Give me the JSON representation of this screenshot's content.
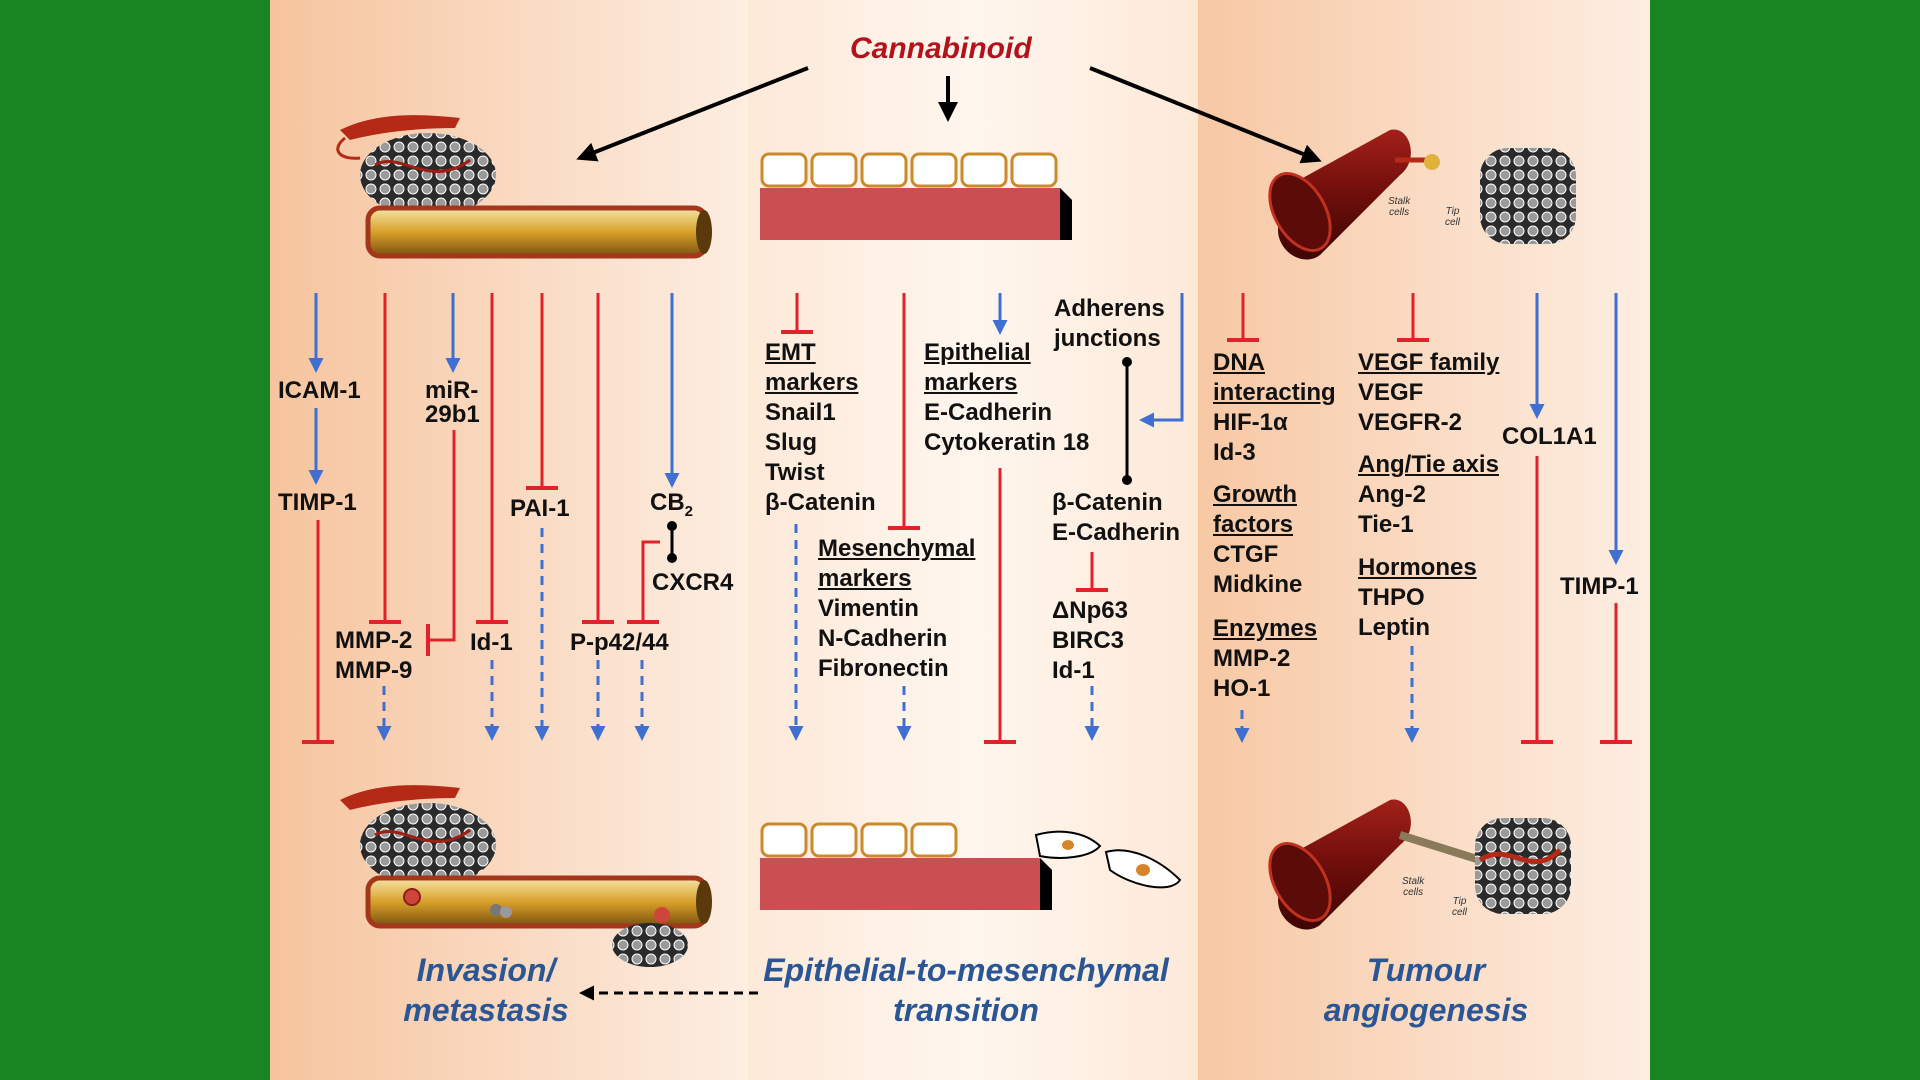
{
  "colors": {
    "frame": "#198422",
    "panel_left": "#f9d6ba",
    "panel_mid": "#fdebdc",
    "panel_right": "#f9d8bd",
    "inhibit": "#e0222a",
    "activate": "#3f6fd1",
    "title": "#2b5696",
    "cannabinoid": "#b3121c"
  },
  "top": {
    "title": "Cannabinoid"
  },
  "left": {
    "labels": {
      "icam1": "ICAM-1",
      "timp1": "TIMP-1",
      "mir_line1": "miR-",
      "mir_line2": "29b1",
      "pai1": "PAI-1",
      "cb2": "CB",
      "cb2_sub": "2",
      "cxcr4": "CXCR4",
      "mmp2": "MMP-2",
      "mmp9": "MMP-9",
      "id1": "Id-1",
      "pp42": "P-p42/44"
    },
    "title_line1": "Invasion/",
    "title_line2": "metastasis"
  },
  "middle": {
    "emt_head_1": "EMT",
    "emt_head_2": "markers",
    "emt_items": [
      "Snail1",
      "Slug",
      "Twist",
      "β-Catenin"
    ],
    "mes_head_1": "Mesenchymal",
    "mes_head_2": "markers",
    "mes_items": [
      "Vimentin",
      "N-Cadherin",
      "Fibronectin"
    ],
    "epi_head_1": "Epithelial",
    "epi_head_2": "markers",
    "epi_items": [
      "E-Cadherin",
      "Cytokeratin 18"
    ],
    "adherens_1": "Adherens",
    "adherens_2": "junctions",
    "bc_items": [
      "β-Catenin",
      "E-Cadherin"
    ],
    "np_items": [
      "ΔNp63",
      "BIRC3",
      "Id-1"
    ],
    "title_line1": "Epithelial-to-mesenchymal",
    "title_line2": "transition"
  },
  "right": {
    "dna_head_1": "DNA",
    "dna_head_2": "interacting",
    "dna_items": [
      "HIF-1α",
      "Id-3"
    ],
    "gf_head_1": "Growth",
    "gf_head_2": "factors",
    "gf_items": [
      "CTGF",
      "Midkine"
    ],
    "enz_head": "Enzymes",
    "enz_items": [
      "MMP-2",
      "HO-1"
    ],
    "vegf_head": "VEGF family",
    "vegf_items": [
      "VEGF",
      "VEGFR-2"
    ],
    "ang_head": "Ang/Tie axis",
    "ang_items": [
      "Ang-2",
      "Tie-1"
    ],
    "horm_head": "Hormones",
    "horm_items": [
      "THPO",
      "Leptin"
    ],
    "col1a1": "COL1A1",
    "timp1": "TIMP-1",
    "stalk_1": "Stalk",
    "stalk_2": "cells",
    "tip_1": "Tip",
    "tip_2": "cell",
    "title_line1": "Tumour",
    "title_line2": "angiogenesis"
  }
}
